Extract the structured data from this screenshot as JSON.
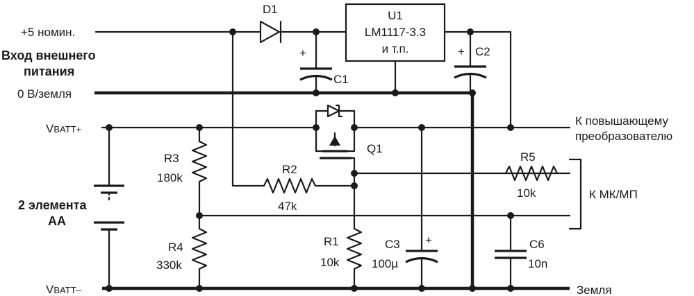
{
  "labels": {
    "plus5_nominal": "+5 номин.",
    "ext_power_line1": "Вход внешнего",
    "ext_power_line2": "питания",
    "zero_v_ground": "0 В/земля",
    "vbatt_plus_main": "V",
    "vbatt_plus_sub": "BATT+",
    "vbatt_minus_main": "V",
    "vbatt_minus_sub": "BATT–",
    "cells_line1": "2 элемента",
    "cells_line2": "AA",
    "to_boost_line1": "К повышающему",
    "to_boost_line2": "преобразователю",
    "to_mcu": "К МК/МП",
    "ground_right": "Земля"
  },
  "components": {
    "d1": {
      "ref": "D1"
    },
    "u1": {
      "ref": "U1",
      "part": "LM1117-3.3",
      "note": "и т.п."
    },
    "c1": {
      "ref": "C1",
      "plus": "+"
    },
    "c2": {
      "ref": "C2",
      "plus": "+"
    },
    "q1": {
      "ref": "Q1"
    },
    "r1": {
      "ref": "R1",
      "value": "10k"
    },
    "r2": {
      "ref": "R2",
      "value": "47k"
    },
    "r3": {
      "ref": "R3",
      "value": "180k"
    },
    "r4": {
      "ref": "R4",
      "value": "330k"
    },
    "r5": {
      "ref": "R5",
      "value": "10k"
    },
    "c3": {
      "ref": "C3",
      "value": "100µ",
      "plus": "+"
    },
    "c6": {
      "ref": "C6",
      "value": "10n"
    }
  }
}
